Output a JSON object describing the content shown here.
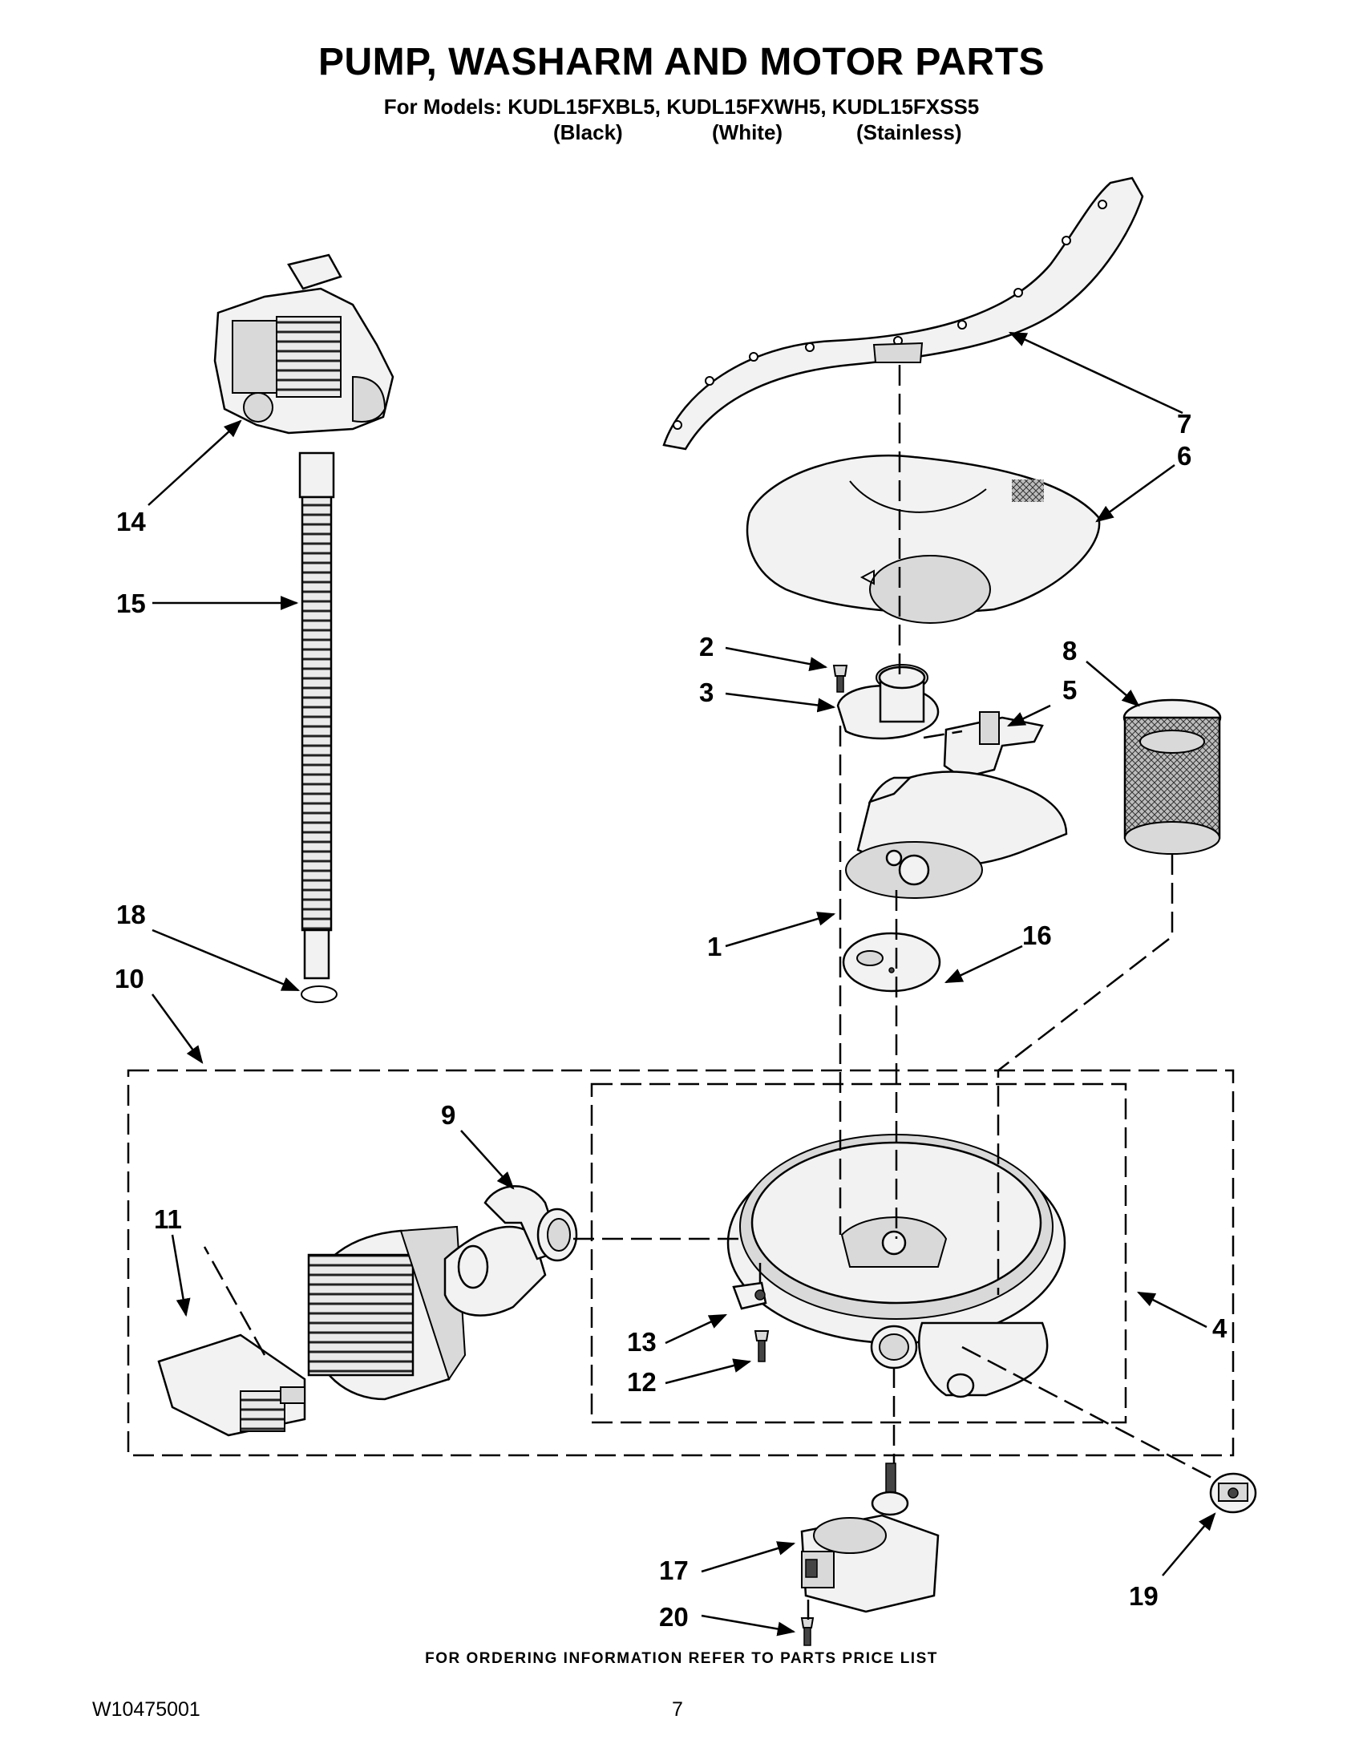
{
  "header": {
    "title": "PUMP, WASHARM AND MOTOR PARTS",
    "models_line": "For Models: KUDL15FXBL5, KUDL15FXWH5, KUDL15FXSS5",
    "variants": [
      "(Black)",
      "(White)",
      "(Stainless)"
    ]
  },
  "callouts": [
    "1",
    "2",
    "3",
    "4",
    "5",
    "6",
    "7",
    "8",
    "9",
    "10",
    "11",
    "12",
    "13",
    "14",
    "15",
    "16",
    "17",
    "18",
    "19",
    "20"
  ],
  "footer": {
    "note": "FOR ORDERING INFORMATION REFER TO PARTS PRICE LIST",
    "doc_id": "W10475001",
    "page": "7"
  }
}
